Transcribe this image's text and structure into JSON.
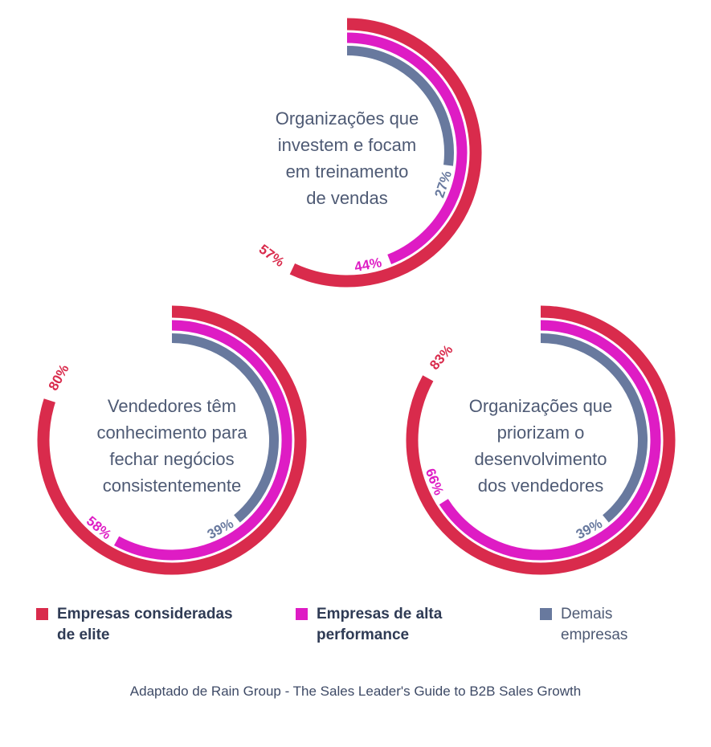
{
  "colors": {
    "elite": "#d92b4c",
    "alta_performance": "#de1cc4",
    "demais": "#68799e",
    "title_text": "#4e5a74",
    "footer_text": "#3e4a66"
  },
  "chart_data": [
    {
      "type": "donut-rings",
      "title": "Organizações que investem e focam em treinamento de vendas",
      "title_lines": [
        "Organizações que",
        "investem e focam",
        "em treinamento",
        "de vendas"
      ],
      "max": 100,
      "units": "%",
      "start_angle_deg": 0,
      "direction": "clockwise",
      "series": [
        {
          "key": "elite",
          "name": "Empresas consideradas de elite",
          "value": 57,
          "color": "#d92b4c"
        },
        {
          "key": "alta-performance",
          "name": "Empresas de alta performance",
          "value": 44,
          "color": "#de1cc4"
        },
        {
          "key": "demais",
          "name": "Demais empresas",
          "value": 27,
          "color": "#68799e"
        }
      ]
    },
    {
      "type": "donut-rings",
      "title": "Vendedores têm conhecimento para fechar negócios consistentemente",
      "title_lines": [
        "Vendedores têm",
        "conhecimento para",
        "fechar negócios",
        "consistentemente"
      ],
      "max": 100,
      "units": "%",
      "start_angle_deg": 0,
      "direction": "clockwise",
      "series": [
        {
          "key": "elite",
          "name": "Empresas consideradas de elite",
          "value": 80,
          "color": "#d92b4c"
        },
        {
          "key": "alta-performance",
          "name": "Empresas de alta performance",
          "value": 58,
          "color": "#de1cc4"
        },
        {
          "key": "demais",
          "name": "Demais empresas",
          "value": 39,
          "color": "#68799e"
        }
      ]
    },
    {
      "type": "donut-rings",
      "title": "Organizações que priorizam o desenvolvimento dos vendedores",
      "title_lines": [
        "Organizações que",
        "priorizam o",
        "desenvolvimento",
        "dos vendedores"
      ],
      "max": 100,
      "units": "%",
      "start_angle_deg": 0,
      "direction": "clockwise",
      "series": [
        {
          "key": "elite",
          "name": "Empresas consideradas de elite",
          "value": 83,
          "color": "#d92b4c"
        },
        {
          "key": "alta-performance",
          "name": "Empresas de alta performance",
          "value": 66,
          "color": "#de1cc4"
        },
        {
          "key": "demais",
          "name": "Demais empresas",
          "value": 39,
          "color": "#68799e"
        }
      ]
    }
  ],
  "legend": {
    "items": [
      {
        "label": "Empresas consideradas de elite",
        "lines": [
          "Empresas consideradas",
          "de elite"
        ],
        "color": "#d92b4c"
      },
      {
        "label": "Empresas de alta performance",
        "lines": [
          "Empresas de alta",
          "performance"
        ],
        "color": "#de1cc4"
      },
      {
        "label": "Demais empresas",
        "lines": [
          "Demais",
          "empresas"
        ],
        "color": "#68799e"
      }
    ]
  },
  "footer": {
    "text": "Adaptado de Rain Group - The Sales Leader's Guide to B2B Sales Growth"
  }
}
